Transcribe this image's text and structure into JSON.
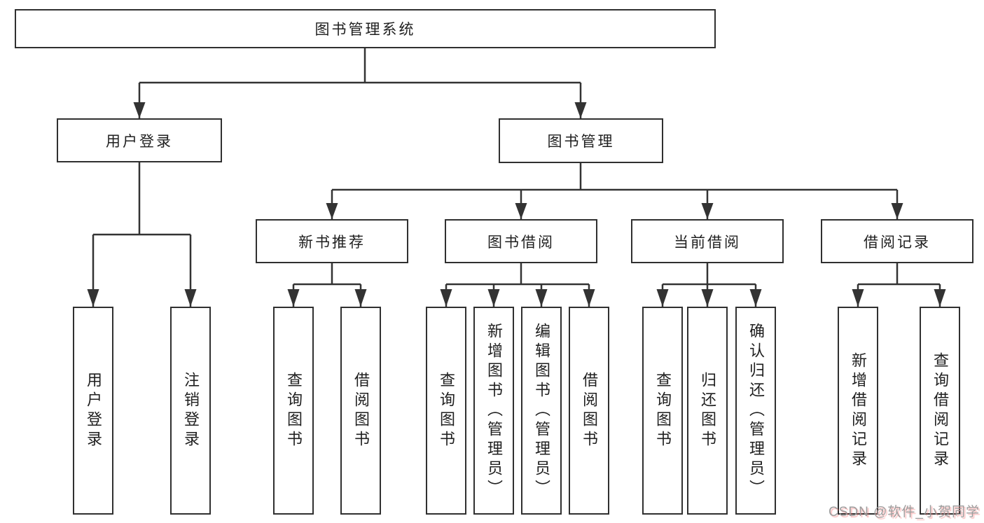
{
  "diagram": {
    "title": "图书管理系统",
    "root": {
      "label": "图书管理系统"
    },
    "level2": [
      {
        "label": "用户登录"
      },
      {
        "label": "图书管理"
      }
    ],
    "level3": [
      {
        "label": "新书推荐"
      },
      {
        "label": "图书借阅"
      },
      {
        "label": "当前借阅"
      },
      {
        "label": "借阅记录"
      }
    ],
    "leaves": {
      "user_login": [
        "用户登录",
        "注销登录"
      ],
      "new_book_rec": [
        "查询图书",
        "借阅图书"
      ],
      "book_borrow": [
        "查询图书",
        "新增图书（管理员）",
        "编辑图书（管理员）",
        "借阅图书"
      ],
      "current_borrow": [
        "查询图书",
        "归还图书",
        "确认归还（管理员）"
      ],
      "borrow_records": [
        "新增借阅记录",
        "查询借阅记录"
      ]
    }
  },
  "watermark": {
    "text": "CSDN @软件_小贺同学"
  },
  "colors": {
    "line": "#333333",
    "box_border": "#303030",
    "text": "#1f1f1f",
    "watermark_text": "#9d9d9d",
    "watermark_shadow": "#f66e6e"
  }
}
